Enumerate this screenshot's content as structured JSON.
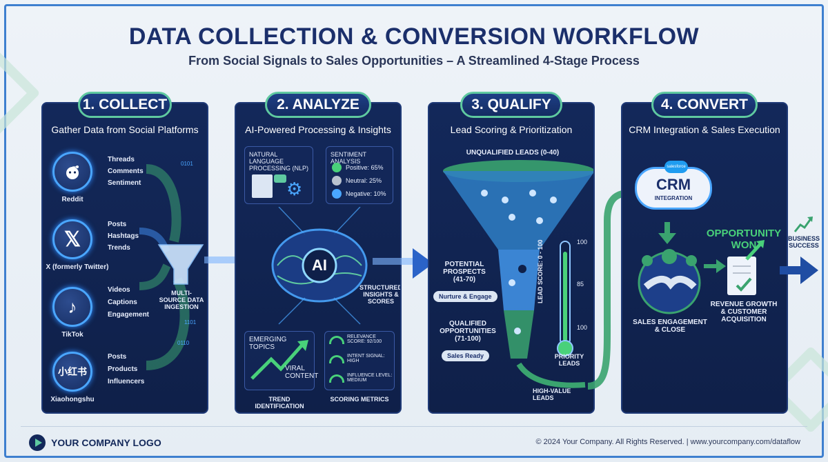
{
  "header": {
    "title": "DATA COLLECTION & CONVERSION WORKFLOW",
    "subtitle": "From Social Signals to Sales Opportunities – A Streamlined 4-Stage Process"
  },
  "stages": [
    {
      "title": "1. COLLECT",
      "subtitle": "Gather Data from Social Platforms",
      "platforms": [
        {
          "name": "Reddit",
          "items": [
            "Threads",
            "Comments",
            "Sentiment"
          ]
        },
        {
          "name": "X (formerly Twitter)",
          "items": [
            "Posts",
            "Hashtags",
            "Trends"
          ]
        },
        {
          "name": "TikTok",
          "items": [
            "Videos",
            "Captions",
            "Engagement"
          ]
        },
        {
          "name": "Xiaohongshu",
          "glyph": "小红书",
          "items": [
            "Posts",
            "Products",
            "Influencers"
          ]
        }
      ],
      "ingestion_label": "MULTI-SOURCE DATA INGESTION"
    },
    {
      "title": "2. ANALYZE",
      "subtitle": "AI-Powered Processing & Insights",
      "nlp_label": "NATURAL LANGUAGE PROCESSING (NLP)",
      "sentiment": {
        "title": "SENTIMENT ANALYSIS",
        "rows": [
          {
            "label": "Positive: 65%",
            "color": "#49d17a"
          },
          {
            "label": "Neutral: 25%",
            "color": "#b9c2cf"
          },
          {
            "label": "Negative: 10%",
            "color": "#4aa6ff"
          }
        ]
      },
      "ai_label": "AI",
      "structured_label": "STRUCTURED INSIGHTS & SCORES",
      "trend": {
        "line1": "EMERGING TOPICS",
        "line2": "VIRAL CONTENT",
        "caption": "TREND IDENTIFICATION"
      },
      "scoring": {
        "rows": [
          "RELEVANCE SCORE: 92/100",
          "INTENT SIGNAL: HIGH",
          "INFLUENCE LEVEL: MEDIUM"
        ],
        "caption": "SCORING METRICS"
      }
    },
    {
      "title": "3. QUALIFY",
      "subtitle": "Lead Scoring & Prioritization",
      "unqualified": "UNQUALIFIED LEADS (0-40)",
      "potential": "POTENTIAL PROSPECTS (41-70)",
      "nurture": "Nurture & Engage",
      "qualified": "QUALIFIED OPPORTUNITIES (71-100)",
      "sales_ready": "Sales Ready",
      "high_value": "HIGH-VALUE LEADS",
      "lead_score_axis": "LEAD SCORE: 0 - 100",
      "thermo_ticks": [
        "100",
        "85",
        "100"
      ],
      "priority": "PRIORITY LEADS"
    },
    {
      "title": "4. CONVERT",
      "subtitle": "CRM Integration & Sales Execution",
      "crm": "CRM",
      "crm_sub": "INTEGRATION",
      "crm_brand": "salesforce",
      "opportunity": "OPPORTUNITY WON",
      "engagement": "SALES ENGAGEMENT & CLOSE",
      "revenue": "REVENUE GROWTH & CUSTOMER ACQUISITION",
      "business": "BUSINESS SUCCESS"
    }
  ],
  "footer": {
    "logo": "YOUR COMPANY LOGO",
    "copyright": "© 2024 Your Company. All Rights Reserved. | www.yourcompany.com/dataflow"
  },
  "colors": {
    "panel": "#13285a",
    "accent_green": "#5fc9a0",
    "accent_blue": "#4aa6ff",
    "title": "#1b2f6b"
  }
}
